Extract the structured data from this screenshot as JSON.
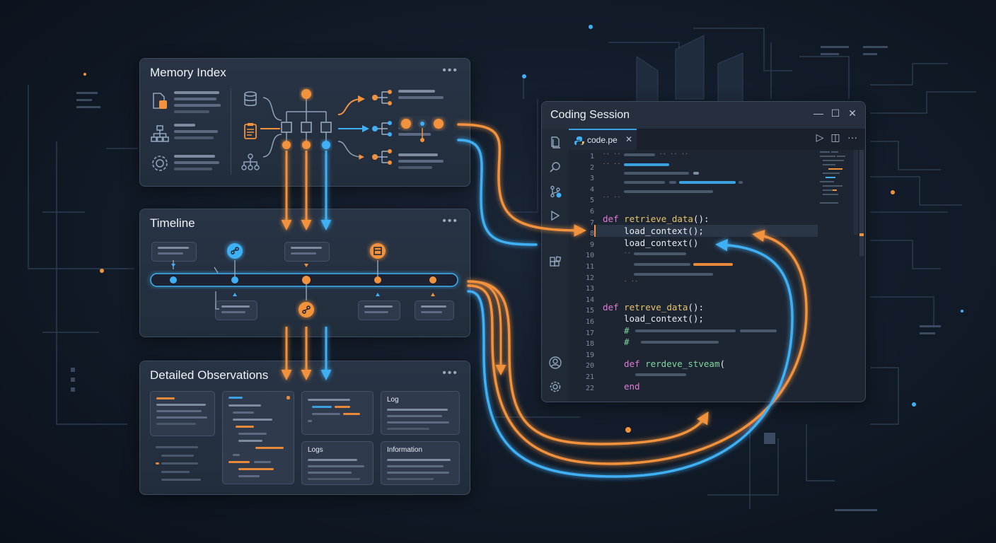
{
  "memory_index": {
    "title": "Memory Index",
    "menu": "•••"
  },
  "timeline": {
    "title": "Timeline",
    "menu": "•••"
  },
  "observations": {
    "title": "Detailed Observations",
    "menu": "•••",
    "cards": {
      "log": "Log",
      "logs": "Logs",
      "information": "Information"
    }
  },
  "coding_session": {
    "title": "Coding Session",
    "window_buttons": {
      "minimize": "—",
      "maximize": "☐",
      "close": "✕"
    },
    "tab": {
      "label": "code.pe",
      "close": "✕"
    },
    "toolbar": {
      "run": "▷",
      "split": "◫",
      "more": "···"
    },
    "line_numbers": [
      "1",
      "2",
      "3",
      "4",
      "5",
      "6",
      "7",
      "8",
      "9",
      "10",
      "11",
      "12",
      "13",
      "14",
      "15",
      "16",
      "17",
      "18",
      "19",
      "20",
      "21",
      "22"
    ],
    "code": {
      "l7_kw": "def",
      "l7_fn": "retrieve_data",
      "l7_rest": "():",
      "l8": "load_context();",
      "l9": "load_context()",
      "l15_kw": "def",
      "l15_fn": "retreve_data",
      "l15_rest": "():",
      "l16": "load_context();",
      "l17": "#",
      "l18": "#",
      "l20_kw": "def",
      "l20_fn": "rerdeve_stveam",
      "l20_rest": "(",
      "l22": "end"
    }
  },
  "colors": {
    "orange": "#f2923d",
    "blue": "#3fb0f5",
    "panel": "#263243",
    "background": "#111a27"
  },
  "icons": [
    "document-icon",
    "hierarchy-icon",
    "gear-icon",
    "database-icon",
    "clipboard-icon",
    "network-icon",
    "files-icon",
    "search-icon",
    "source-control-icon",
    "run-debug-icon",
    "extensions-icon",
    "account-icon",
    "settings-icon",
    "python-file-icon"
  ]
}
